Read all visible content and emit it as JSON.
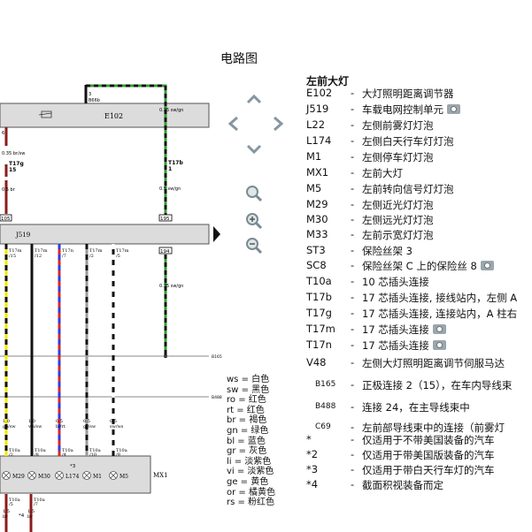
{
  "page_title": "电路图",
  "legend_heading": "左前大灯",
  "components": [
    {
      "code": "E102",
      "desc": "大灯照明距离调节器",
      "camera": false
    },
    {
      "code": "J519",
      "desc": "车载电网控制单元",
      "camera": true
    },
    {
      "code": "L22",
      "desc": "左侧前雾灯灯泡",
      "camera": false
    },
    {
      "code": "L174",
      "desc": "左侧白天行车灯灯泡",
      "camera": false
    },
    {
      "code": "M1",
      "desc": "左侧停车灯灯泡",
      "camera": false
    },
    {
      "code": "MX1",
      "desc": "左前大灯",
      "camera": false
    },
    {
      "code": "M5",
      "desc": "左前转向信号灯灯泡",
      "camera": false
    },
    {
      "code": "M29",
      "desc": "左侧近光灯灯泡",
      "camera": false
    },
    {
      "code": "M30",
      "desc": "左侧远光灯灯泡",
      "camera": false
    },
    {
      "code": "M33",
      "desc": "左前示宽灯灯泡",
      "camera": false
    },
    {
      "code": "ST3",
      "desc": "保险丝架 3",
      "camera": false
    },
    {
      "code": "SC8",
      "desc": "保险丝架 C 上的保险丝 8",
      "camera": true
    },
    {
      "code": "T10a",
      "desc": "10 芯插头连接",
      "camera": false
    },
    {
      "code": "T17b",
      "desc": "17 芯插头连接, 接线站内，左侧 A",
      "camera": false
    },
    {
      "code": "T17g",
      "desc": "17 芯插头连接, 连接站内，A 柱右",
      "camera": false
    },
    {
      "code": "T17m",
      "desc": "17 芯插头连接",
      "camera": true
    },
    {
      "code": "T17n",
      "desc": "17 芯插头连接",
      "camera": true
    },
    {
      "code": "V48",
      "desc": "左侧大灯照明距离调节伺服马达",
      "camera": false
    },
    {
      "code": "B165",
      "desc": "正极连接 2（15），在车内导线束",
      "camera": false
    },
    {
      "code": "B488",
      "desc": "连接 24，在主导线束中",
      "camera": false
    },
    {
      "code": "C69",
      "desc": "左前部导线束中的连接（前雾灯",
      "camera": false
    },
    {
      "code": "*",
      "desc": "仅适用于不带美国装备的汽车",
      "camera": false
    },
    {
      "code": "*2",
      "desc": "仅适用于带美国版装备的汽车",
      "camera": false
    },
    {
      "code": "*3",
      "desc": "仅适用于带白天行车灯的汽车",
      "camera": false
    },
    {
      "code": "*4",
      "desc": "截面积视装备而定",
      "camera": false
    }
  ],
  "wire_colors": [
    {
      "abbr": "ws",
      "name": "白色"
    },
    {
      "abbr": "sw",
      "name": "黑色"
    },
    {
      "abbr": "ro",
      "name": "红色"
    },
    {
      "abbr": "rt",
      "name": "红色"
    },
    {
      "abbr": "br",
      "name": "褐色"
    },
    {
      "abbr": "gn",
      "name": "绿色"
    },
    {
      "abbr": "bl",
      "name": "蓝色"
    },
    {
      "abbr": "gr",
      "name": "灰色"
    },
    {
      "abbr": "li",
      "name": "淡紫色"
    },
    {
      "abbr": "vi",
      "name": "淡紫色"
    },
    {
      "abbr": "ge",
      "name": "黄色"
    },
    {
      "abbr": "or",
      "name": "橘黄色"
    },
    {
      "abbr": "rs",
      "name": "粉红色"
    }
  ],
  "diagram": {
    "e102_label": "E102",
    "j519_label": "J519",
    "mx1_label": "MX1",
    "b165_label": "B165",
    "b488_label": "B488",
    "t17g_label": "T17g",
    "t17g_pin": "15",
    "t17b_label": "T17b",
    "t17b_pin": "1",
    "pin_3": "3",
    "wire_035_brsw": "0.35 br/sw",
    "wire_035_swgn": "0.35 sw/gn",
    "wire_05_br": "0.5 br",
    "wire_05_swgn": "0.5 sw/gn",
    "ref_105": "105",
    "ref_195": "195",
    "ref_194": "194",
    "j519_pins": [
      "T17m /15",
      "T17m /12",
      "T17n /7",
      "T17m /2",
      "T17m /5"
    ],
    "wire_specs": [
      "1.0 ge/sw",
      "1.0 ws/sw",
      "0.5 bl/rt",
      "0.5 gr/sw",
      "0.5 sw/ws"
    ],
    "t10a_pins": [
      "T10a /2",
      "T10a /8",
      "T10a /4",
      "T10a /10",
      "T10a /9"
    ],
    "bulbs": [
      "M29",
      "M30",
      "L174",
      "M1",
      "M5"
    ],
    "star3": "*3",
    "star4": "*4",
    "bottom_pins": [
      "T10a /5",
      "T10a /7"
    ],
    "bottom_wires": [
      "1.5 br",
      "1.5 br"
    ]
  },
  "colors": {
    "j519_box": "#dcdcdc",
    "wire_yellow": "#f4e800",
    "wire_black": "#111111",
    "wire_green": "#2e9d2e",
    "wire_blue": "#2d3fe0",
    "wire_red": "#d42a2a",
    "wire_grey": "#9a9a9a",
    "wire_brown": "#8b1c1c",
    "ground_line": "#8a8a8a"
  },
  "nav_icons": [
    "chevron-up-icon",
    "chevron-left-icon",
    "chevron-right-icon",
    "chevron-down-icon",
    "zoom-search-icon",
    "zoom-in-icon",
    "zoom-out-icon",
    "next-page-arrow-icon"
  ]
}
